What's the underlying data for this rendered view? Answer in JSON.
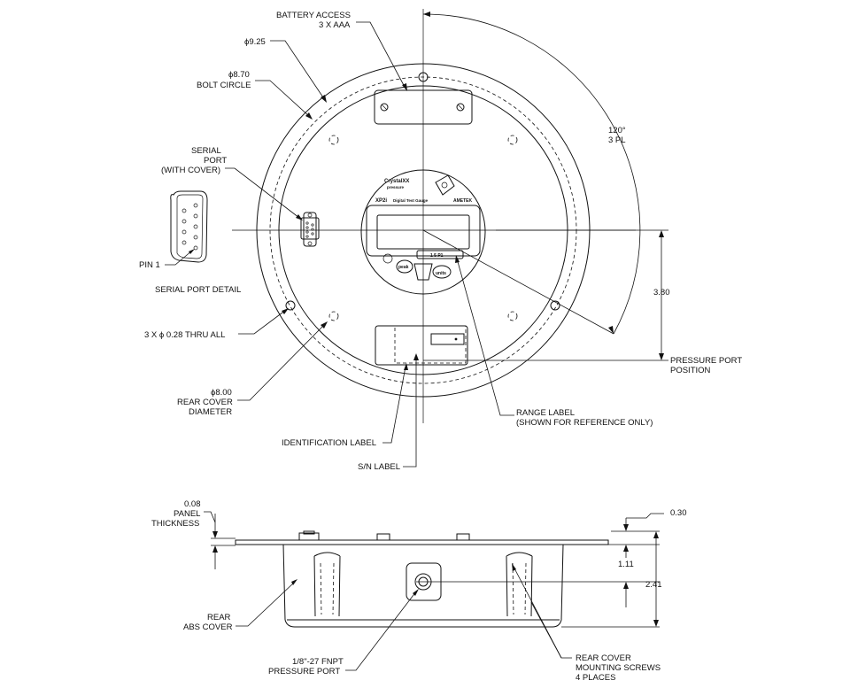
{
  "labels": {
    "battery_access": [
      "BATTERY ACCESS",
      "3 X AAA"
    ],
    "dia_925": "ϕ9.25",
    "dia_870": [
      "ϕ8.70",
      "BOLT CIRCLE"
    ],
    "serial_port": [
      "SERIAL",
      "PORT",
      "(WITH COVER)"
    ],
    "pin1": "PIN 1",
    "serial_port_detail": "SERIAL PORT DETAIL",
    "thru_holes": "3 X  ϕ 0.28  THRU ALL",
    "rear_cover_dia": [
      "ϕ8.00",
      "REAR COVER",
      "DIAMETER"
    ],
    "identification_label": "IDENTIFICATION LABEL",
    "sn_label": "S/N LABEL",
    "range_label": [
      "RANGE LABEL",
      "(SHOWN FOR REFERENCE ONLY)"
    ],
    "pressure_port_position": [
      "PRESSURE PORT",
      "POSITION"
    ],
    "angle": [
      "120°",
      "3 PL"
    ],
    "dim_380": "3.80",
    "panel_thickness": [
      "0.08",
      "PANEL",
      "THICKNESS"
    ],
    "dim_030": "0.30",
    "dim_111": "1.11",
    "dim_241": "2.41",
    "rear_abs_cover": [
      "REAR",
      "ABS COVER"
    ],
    "fnpt": [
      "1/8\"-27 FNPT",
      "PRESSURE PORT"
    ],
    "mounting_screws": [
      "REAR COVER",
      "MOUNTING SCREWS",
      "4 PLACES"
    ]
  },
  "gauge": {
    "brand": "CrystalXX",
    "brand_sub": "pressure",
    "model": "XP2i",
    "model_desc": "Digital Test Gauge",
    "maker": "AMETEK",
    "btn_peak": "peak",
    "btn_units": "units",
    "range": "1 5 P1"
  }
}
